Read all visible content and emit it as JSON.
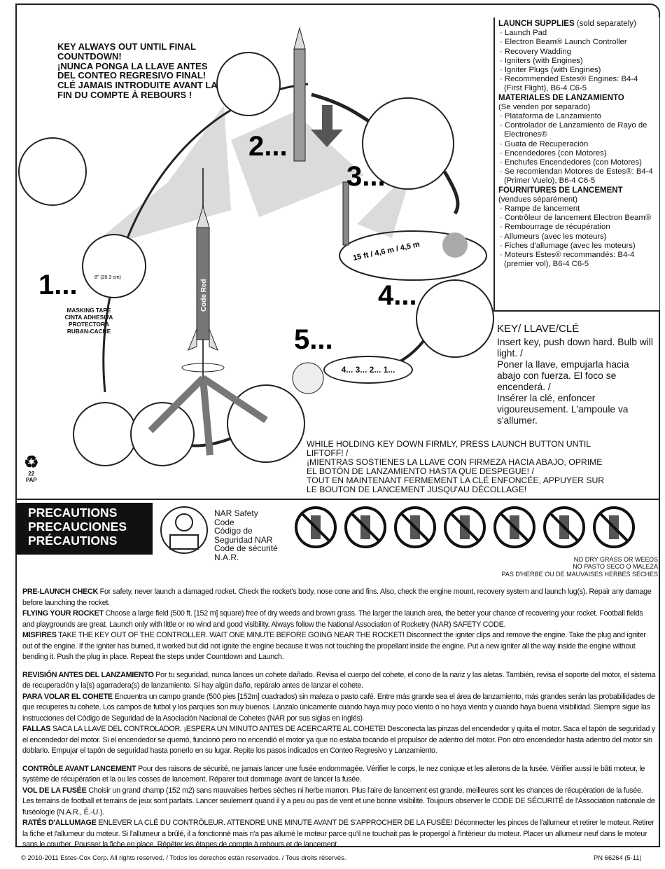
{
  "supplies": {
    "en": {
      "title": "LAUNCH SUPPLIES",
      "sub": "(sold separately)",
      "items": [
        "Launch Pad",
        "Electron Beam® Launch Controller",
        "Recovery Wadding",
        "Igniters (with Engines)",
        "Igniter Plugs (with Engines)",
        "Recommended Estes® Engines: B4-4 (First Flight), B6-4 C6-5"
      ]
    },
    "es": {
      "title": "MATERIALES DE LANZAMIENTO",
      "sub": "(Se venden por separado)",
      "items": [
        "Plataforma de Lanzamiento",
        "Controlador de Lanzamiento de Rayo de Electrones®",
        "Guata de Recuperación",
        "Encendedores (con Motores)",
        "Enchufes Encendedores (con Motores)",
        "Se recomiendan Motores de Estes®: B4-4 (Primer Vuelo), B6-4 C6-5"
      ]
    },
    "fr": {
      "title": "FOURNITURES DE LANCEMENT",
      "sub": "(vendues séparément)",
      "items": [
        "Rampe de lancement",
        "Contrôleur de lancement Electron Beam®",
        "Rembourrage de récupération",
        "Allumeurs (avec les moteurs)",
        "Fiches d'allumage (avec les moteurs)",
        "Moteurs Estes® recommandés: B4-4 (premier vol), B6-4 C6-5"
      ]
    }
  },
  "key_warning": [
    "KEY ALWAYS OUT UNTIL FINAL COUNTDOWN!",
    "¡NUNCA PONGA LA LLAVE ANTES DEL CONTEO REGRESIVO FINAL!",
    "CLÉ JAMAIS INTRODUITE AVANT LA FIN DU COMPTE À REBOURS !"
  ],
  "steps": [
    "1...",
    "2...",
    "3...",
    "4...",
    "5..."
  ],
  "measure": "8\" (20.3 cm)",
  "distance": "15 ft / 4,6 m / 4,5 m",
  "rocket_name": "Code Red",
  "countdown": "4... 3... 2... 1...",
  "tape": [
    "MASKING TAPE",
    "CINTA ADHESIVA PROTECTORA",
    "RUBAN-CACHE"
  ],
  "key": {
    "title": "KEY/ LLAVE/CLÉ",
    "lines": [
      "Insert key, push down hard. Bulb will light. /",
      "Poner la llave, empujarla hacia abajo con fuerza. El foco se encenderá. /",
      "Insérer la clé, enfoncer vigoureusement. L'ampoule va s'allumer."
    ]
  },
  "hold": [
    "WHILE HOLDING KEY DOWN FIRMLY, PRESS LAUNCH BUTTON UNTIL LIFTOFF! /",
    "¡MIENTRAS SOSTIENES LA LLAVE CON FIRMEZA HACIA ABAJO, OPRIME EL BOTÓN DE LANZAMIENTO HASTA QUE DESPEGUE! /",
    "TOUT EN MAINTENANT FERMEMENT LA CLÉ ENFONCÉE, APPUYER SUR LE BOUTON DE LANCEMENT JUSQU'AU DÉCOLLAGE!"
  ],
  "recycle": {
    "num": "22",
    "label": "PAP"
  },
  "precautions": [
    "PRECAUTIONS",
    "PRECAUCIONES",
    "PRÉCAUTIONS"
  ],
  "nar": [
    "NAR Safety",
    "Code",
    "Código de",
    "Seguridad NAR",
    "Code de sécurité",
    "N.A.R."
  ],
  "grass": [
    "NO DRY GRASS OR WEEDS",
    "NO PASTO SECO O MALEZA",
    "PAS D'HERBE OU DE MAUVAISES HERBES SÈCHES"
  ],
  "sections": [
    [
      {
        "h": "PRE-LAUNCH CHECK",
        "t": "  For safety, never launch a damaged rocket. Check the rocket's body, nose cone and fins. Also, check the engine mount, recovery system and launch lug(s). Repair any damage before launching the rocket."
      },
      {
        "h": "FLYING YOUR ROCKET",
        "t": " Choose a large field (500 ft. [152 m] square) free of dry weeds and brown grass. The larger the launch area, the better your chance of recovering your rocket. Football fields and playgrounds are great. Launch only with little or no wind and good visibility. Always follow the National Association of Rocketry (NAR) SAFETY CODE."
      },
      {
        "h": "MISFIRES",
        "t": "  TAKE THE KEY OUT OF THE CONTROLLER. WAIT ONE MINUTE BEFORE GOING NEAR THE ROCKET! Disconnect the igniter clips and remove the engine. Take the plug and igniter out of the engine. If the igniter has burned, it worked but did not ignite the engine because it was not touching the propellant inside the engine. Put a new igniter all the way inside the engine without bending it. Push the plug in place. Repeat the steps under Countdown and Launch."
      }
    ],
    [
      {
        "h": "REVISIÓN ANTES DEL LANZAMIENTO",
        "t": " Por tu seguridad, nunca lances un cohete dañado. Revisa el cuerpo del cohete, el cono de la nariz y las aletas. También, revisa el soporte del motor, el sistema de recuperación y la(s) agarradera(s) de lanzamiento. Si hay algún daño, repáralo antes de lanzar el cohete."
      },
      {
        "h": "PARA VOLAR EL COHETE",
        "t": " Encuentra un campo grande (500 pies [152m] cuadrados) sin maleza o pasto café. Entre más grande sea el área de lanzamiento, más grandes serán las probabilidades de que recuperes tu cohete. Los campos de futbol y los parques son muy buenos. Lánzalo únicamente cuando haya muy poco viento o no haya viento y cuando haya buena visibilidad.  Siempre sigue las instrucciones del Código de Seguridad de la Asociación Nacional de Cohetes (NAR por sus siglas en inglés)"
      },
      {
        "h": "FALLAS",
        "t": " SACA LA LLAVE DEL CONTROLADOR. ¡ESPERA UN MINUTO ANTES DE ACERCARTE AL COHETE! Desconecta las pinzas del encendedor y quita el motor. Saca el tapón de seguridad y el encendedor del motor. Si el encendedor se quemó, funcionó pero no encendió el motor ya que no estaba tocando el propulsor de adentro del motor. Pon otro encendedor hasta adentro del motor sin doblarlo. Empujar el tapón de seguridad hasta ponerlo en su lugar. Repite los pasos indicados en Conteo Regresivo y Lanzamiento."
      }
    ],
    [
      {
        "h": "CONTRÔLE AVANT LANCEMENT",
        "t": " Pour des raisons de sécurité, ne jamais lancer une fusée endommagée. Vérifier le corps, le nez conique et les ailerons de la fusée. Vérifier aussi le bâti moteur, le système de récupération et la ou les cosses de lancement. Réparer tout dommage avant de lancer la fusée."
      },
      {
        "h": "VOL DE LA FUSÉE",
        "t": " Choisir un grand champ (152 m2) sans mauvaises herbes sèches ni herbe marron. Plus l'aire de lancement est grande, meilleures sont les chances de récupération de la fusée. Les terrains de football et terrains de jeux sont parfaits. Lancer seulement quand il y a peu ou pas de vent et une bonne visibilité. Toujours observer le CODE DE SÉCURITÉ de l'Association nationale de fuséologie (N.A.R., É.-U.)."
      },
      {
        "h": "RATÉS D'ALLUMAGE",
        "t": " ENLEVER LA CLÉ DU CONTRÔLEUR. ATTENDRE UNE MINUTE AVANT DE S'APPROCHER DE LA FUSÉE! Déconnecter les pinces de l'allumeur et retirer le moteur. Retirer la fiche et l'allumeur du moteur. Si l'allumeur a brûlé, il a fonctionné mais n'a pas allumé le moteur parce qu'il ne touchait pas le propergol à l'intérieur du moteur. Placer un allumeur neuf dans le moteur sans le courber. Pousser la fiche en place. Répéter les étapes de compte à rebours et de lancement."
      }
    ]
  ],
  "footer": "© 2010-2011 Estes-Cox Corp. All rights reserved. / Todos los derechos están reservados. / Tous droits réservés.",
  "pn": "PN 66264  (5-11)"
}
